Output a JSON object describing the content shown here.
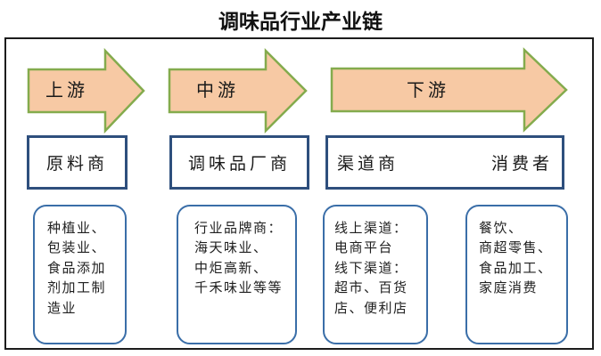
{
  "title": "调味品行业产业链",
  "colors": {
    "arrow_fill": "#f7c9a4",
    "arrow_border": "#84ab4d",
    "label_box_border": "#2e4f7d",
    "detail_box_border": "#3a6ea8",
    "frame_border": "#1c1c1c",
    "text": "#1a1a1a"
  },
  "arrows": [
    {
      "label": "上游"
    },
    {
      "label": "中游"
    },
    {
      "label": "下游"
    }
  ],
  "label_boxes": [
    {
      "label": "原料商"
    },
    {
      "label": "调味品厂商"
    },
    {
      "label_left": "渠道商",
      "label_right": "消费者"
    }
  ],
  "detail_boxes": [
    {
      "text": "种植业、\n包装业、\n食品添加\n剂加工制\n造业"
    },
    {
      "text": "行业品牌商：\n海天味业、\n中炬高新、\n千禾味业等等"
    },
    {
      "text": "线上渠道：\n电商平台\n线下渠道：\n超市、百货\n店、便利店"
    },
    {
      "text": "餐饮、\n商超零售、\n食品加工、\n家庭消费"
    }
  ]
}
